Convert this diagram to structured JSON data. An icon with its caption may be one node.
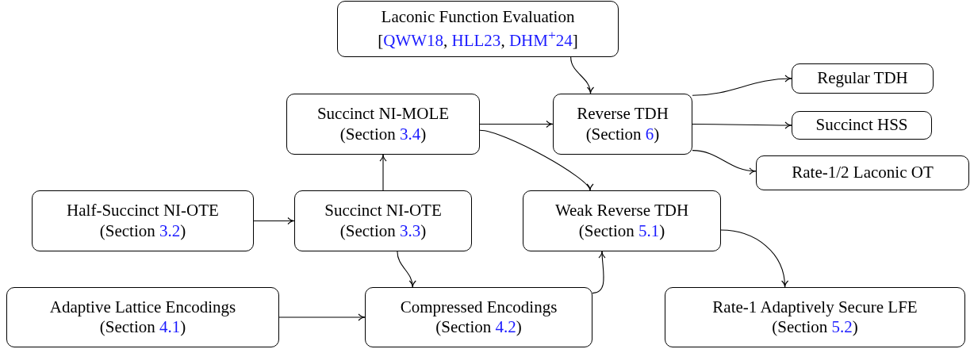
{
  "diagram": {
    "nodes": [
      {
        "text": [
          "Laconic Function Evaluation",
          "[QWW18, HLL23, DHM$^{+}$24]"
        ]
      },
      {
        "text": [
          "Succinct NI-MOLE",
          "(Section 3.4)"
        ]
      },
      {
        "text": [
          "Reverse TDH",
          "(Section 6)"
        ]
      },
      {
        "text": [
          "Regular TDH"
        ]
      },
      {
        "text": [
          "Succinct HSS"
        ]
      },
      {
        "text": [
          "Rate-1/2 Laconic OT"
        ]
      },
      {
        "text": [
          "Half-Succinct NI-OTE",
          "(Section 3.2)"
        ]
      },
      {
        "text": [
          "Succinct NI-OTE",
          "(Section 3.3)"
        ]
      },
      {
        "text": [
          "Weak Reverse TDH",
          "(Section 5.1)"
        ]
      },
      {
        "text": [
          "Adaptive Lattice Encodings",
          "(Section 4.1)"
        ]
      },
      {
        "text": [
          "Compressed Encodings",
          "(Section 4.2)"
        ]
      },
      {
        "text": [
          "Rate-1 Adaptively Secure LFE",
          "(Section 5.2)"
        ]
      }
    ],
    "edges": [
      {
        "from": 0,
        "to": 2,
        "arrow": "to"
      },
      {
        "from": 1,
        "to": 2,
        "arrow": "to"
      },
      {
        "from": 1,
        "to": 8,
        "arrow": "to"
      },
      {
        "from": 2,
        "to": 3,
        "arrow": "to"
      },
      {
        "from": 2,
        "to": 4,
        "arrow": "to"
      },
      {
        "from": 2,
        "to": 5,
        "arrow": "to"
      },
      {
        "from": 6,
        "to": 7,
        "arrow": "to"
      },
      {
        "from": 7,
        "to": 1,
        "arrow": "to"
      },
      {
        "from": 7,
        "to": 10,
        "arrow": "to"
      },
      {
        "from": 9,
        "to": 10,
        "arrow": "to"
      },
      {
        "from": 10,
        "to": 8,
        "arrow": "to"
      },
      {
        "from": 8,
        "to": 11,
        "arrow": "to"
      }
    ]
  }
}
